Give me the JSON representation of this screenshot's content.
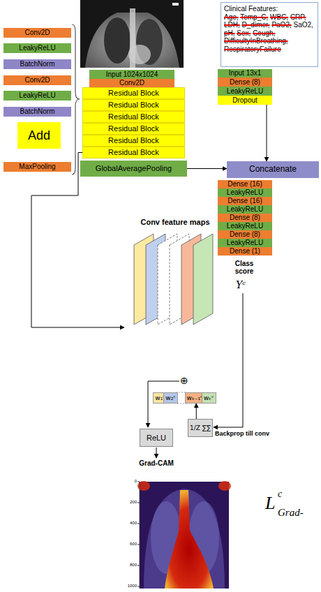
{
  "diagram": {
    "nodes": [
      {
        "text": [
          "Conv2D"
        ]
      },
      {
        "text": [
          "LeakyReLU"
        ]
      },
      {
        "text": [
          "BatchNorm"
        ]
      },
      {
        "text": [
          "Conv2D"
        ]
      },
      {
        "text": [
          "LeakyReLU"
        ]
      },
      {
        "text": [
          "BatchNorm"
        ]
      },
      {
        "text": [
          "Add"
        ]
      },
      {
        "text": [
          "MaxPooling"
        ]
      },
      {
        "text": [
          "Input 1024x1024"
        ]
      },
      {
        "text": [
          "Conv2D"
        ]
      },
      {
        "text": [
          "Residual Block"
        ]
      },
      {
        "text": [
          "Residual Block"
        ]
      },
      {
        "text": [
          "Residual Block"
        ]
      },
      {
        "text": [
          "Residual Block"
        ]
      },
      {
        "text": [
          "Residual Block"
        ]
      },
      {
        "text": [
          "Residual Block"
        ]
      },
      {
        "text": [
          "GlobalAveragePooling"
        ]
      },
      {
        "text": [
          "Clinical Features:",
          "Age, Temp_C, WBC, CRP, LDH, D_dimer, PaO2, SaO2, pH, Sex, Cough, DifficultyInBreathing, RespiratoryFailure"
        ]
      },
      {
        "text": [
          "Input 13x1"
        ]
      },
      {
        "text": [
          "Dense (8)"
        ]
      },
      {
        "text": [
          "LeakyReLU"
        ]
      },
      {
        "text": [
          "Dropout"
        ]
      },
      {
        "text": [
          "Concatenate"
        ]
      },
      {
        "text": [
          "Dense (16)"
        ]
      },
      {
        "text": [
          "LeakyReLU"
        ]
      },
      {
        "text": [
          "Dense (16)"
        ]
      },
      {
        "text": [
          "LeakyReLU"
        ]
      },
      {
        "text": [
          "Dense (8)"
        ]
      },
      {
        "text": [
          "LeakyReLU"
        ]
      },
      {
        "text": [
          "Dense (8)"
        ]
      },
      {
        "text": [
          "LeakyReLU"
        ]
      },
      {
        "text": [
          "Dense (1)"
        ]
      },
      {
        "text": [
          "Conv feature maps"
        ]
      },
      {
        "text": [
          "w₁ᶜ"
        ]
      },
      {
        "text": [
          "w₂ᶜ"
        ]
      },
      {
        "text": [
          "wₖ₋₁ᶜ"
        ]
      },
      {
        "text": [
          "wₖᶜ"
        ]
      },
      {
        "text": [
          "ReLU"
        ]
      },
      {
        "text": [
          "1/Z ∑∑"
        ]
      }
    ],
    "edges": [
      {
        "from": 15,
        "to": 32,
        "arrow": "to"
      },
      {
        "from": 16,
        "to": 22,
        "arrow": "to"
      },
      {
        "from": 21,
        "to": 22,
        "arrow": "to"
      },
      {
        "from": 38,
        "to": 35,
        "arrow": "to"
      }
    ],
    "labels": [
      "Class score",
      "Yᶜ",
      "⊕",
      "Backprop till conv",
      "Grad-CAM",
      "L",
      "c",
      "Grad-",
      "0",
      "200",
      "400",
      "600",
      "800",
      "1000"
    ]
  }
}
